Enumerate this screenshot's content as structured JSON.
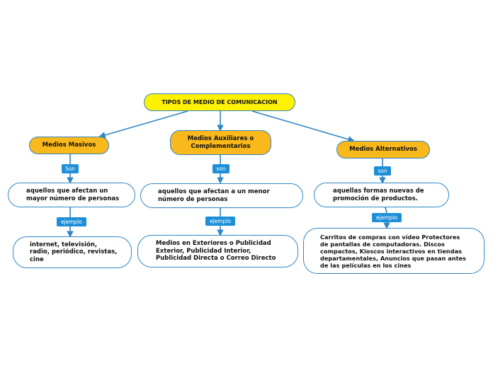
{
  "colors": {
    "root_fill": "#fff200",
    "category_fill": "#f9b81b",
    "connector": "#2f86c6",
    "label_fill": "#1d8fd8",
    "node_border": "#2f86c6"
  },
  "root": {
    "label": "TIPOS DE MEDIO DE COMUNICACION"
  },
  "branches": [
    {
      "category": "Medios Masivos",
      "link1": "Son",
      "description": "aquellos que afectan un mayor número de personas",
      "link2": "ejemplo",
      "example": "internet, televisión, radio, periódico, revistas, cine"
    },
    {
      "category": "Medios Auxiliares o Complementarios",
      "link1": "son",
      "description": "aquellos que afectan a un menor número de personas",
      "link2": "ejemplo",
      "example": "Medios en Exteriores o Publicidad Exterior, Publicidad Interior, Publicidad Directa o Correo Directo"
    },
    {
      "category": "Medios Alternativos",
      "link1": "son",
      "description": "aquellas formas nuevas de promoción de productos.",
      "link2": "ejemplo",
      "example": "Carritos de compras con vídeo Protectores de pantallas de computadoras. Discos compactos, Kioscos interactivos en tiendas departamentales, Anuncios que pasan antes de las películas en los cines"
    }
  ]
}
